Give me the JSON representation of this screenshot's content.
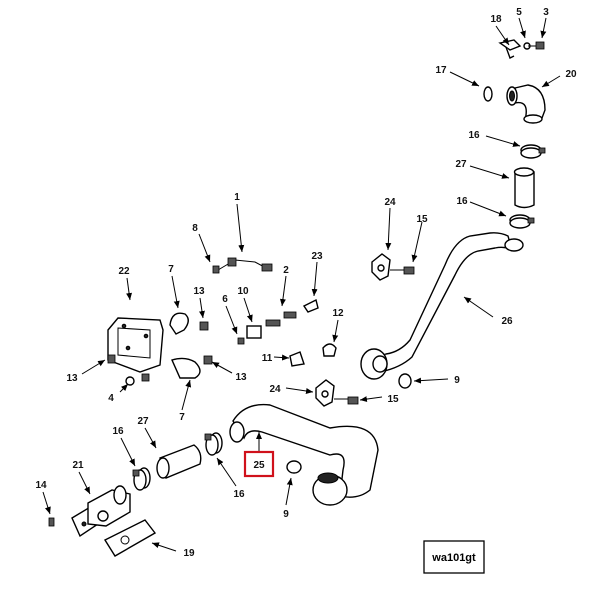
{
  "callouts": [
    {
      "id": "c18",
      "label": "18"
    },
    {
      "id": "c5",
      "label": "5"
    },
    {
      "id": "c3",
      "label": "3"
    },
    {
      "id": "c17",
      "label": "17"
    },
    {
      "id": "c20",
      "label": "20"
    },
    {
      "id": "c16a",
      "label": "16"
    },
    {
      "id": "c27a",
      "label": "27"
    },
    {
      "id": "c16b",
      "label": "16"
    },
    {
      "id": "c24a",
      "label": "24"
    },
    {
      "id": "c15a",
      "label": "15"
    },
    {
      "id": "c26",
      "label": "26"
    },
    {
      "id": "c1",
      "label": "1"
    },
    {
      "id": "c8",
      "label": "8"
    },
    {
      "id": "c2",
      "label": "2"
    },
    {
      "id": "c23",
      "label": "23"
    },
    {
      "id": "c22",
      "label": "22"
    },
    {
      "id": "c7a",
      "label": "7"
    },
    {
      "id": "c13a",
      "label": "13"
    },
    {
      "id": "c6",
      "label": "6"
    },
    {
      "id": "c10",
      "label": "10"
    },
    {
      "id": "c12",
      "label": "12"
    },
    {
      "id": "c11",
      "label": "11"
    },
    {
      "id": "c9a",
      "label": "9"
    },
    {
      "id": "c13b",
      "label": "13"
    },
    {
      "id": "c4",
      "label": "4"
    },
    {
      "id": "c13c",
      "label": "13"
    },
    {
      "id": "c7b",
      "label": "7"
    },
    {
      "id": "c24b",
      "label": "24"
    },
    {
      "id": "c15b",
      "label": "15"
    },
    {
      "id": "c27b",
      "label": "27"
    },
    {
      "id": "c16c",
      "label": "16"
    },
    {
      "id": "c25",
      "label": "25"
    },
    {
      "id": "c16d",
      "label": "16"
    },
    {
      "id": "c21",
      "label": "21"
    },
    {
      "id": "c14",
      "label": "14"
    },
    {
      "id": "c9b",
      "label": "9"
    },
    {
      "id": "c19",
      "label": "19"
    }
  ],
  "highlighted_callout": "25",
  "reference_code": "wa101gt",
  "colors": {
    "line": "#000000",
    "highlight": "#d0111b",
    "background": "#ffffff"
  }
}
